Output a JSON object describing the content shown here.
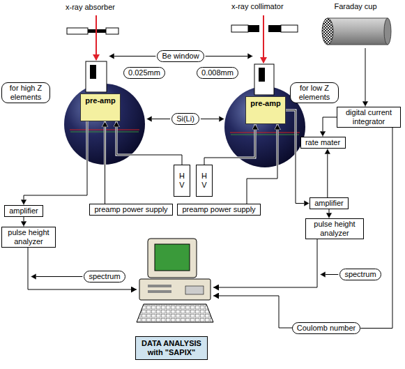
{
  "diagram": {
    "nodes": [
      {
        "text": [
          "Be window"
        ]
      },
      {
        "text": [
          "0.025mm"
        ]
      },
      {
        "text": [
          "0.008mm"
        ]
      },
      {
        "text": [
          "for high Z elements"
        ]
      },
      {
        "text": [
          "pre-amp"
        ]
      },
      {
        "text": [
          "Si(Li)"
        ]
      },
      {
        "text": [
          "pre-amp"
        ]
      },
      {
        "text": [
          "for low Z elements"
        ]
      },
      {
        "text": [
          "Faraday cup"
        ]
      },
      {
        "text": [
          "digital current integrator"
        ]
      },
      {
        "text": [
          "rate mater"
        ]
      },
      {
        "text": [
          "H V"
        ]
      },
      {
        "text": [
          "H V"
        ]
      },
      {
        "text": [
          "preamp power supply"
        ]
      },
      {
        "text": [
          "preamp power supply"
        ]
      },
      {
        "text": [
          "amplifier"
        ]
      },
      {
        "text": [
          "amplifier"
        ]
      },
      {
        "text": [
          "pulse height analyzer"
        ]
      },
      {
        "text": [
          "pulse height analyzer"
        ]
      },
      {
        "text": [
          "spectrum"
        ]
      },
      {
        "text": [
          "spectrum"
        ]
      },
      {
        "text": [
          "Coulomb number"
        ]
      },
      {
        "text": [
          "DATA ANALYSIS with \"SAPIX\""
        ]
      }
    ],
    "edges": [
      {
        "from": 8,
        "to": 9,
        "arrow": "to"
      },
      {
        "from": 9,
        "to": 10,
        "arrow": "to"
      },
      {
        "from": 15,
        "to": 10,
        "arrow": "to"
      },
      {
        "from": 9,
        "to": 21,
        "arrow": "none"
      },
      {
        "from": 13,
        "to": 4,
        "arrow": "to"
      },
      {
        "from": 11,
        "to": 4,
        "arrow": "to"
      },
      {
        "from": 4,
        "to": 16,
        "arrow": "to"
      },
      {
        "from": 12,
        "to": 6,
        "arrow": "to"
      },
      {
        "from": 14,
        "to": 6,
        "arrow": "to"
      },
      {
        "from": 6,
        "to": 15,
        "arrow": "to"
      },
      {
        "from": 15,
        "to": 17,
        "arrow": "to"
      },
      {
        "from": 16,
        "to": 18,
        "arrow": "to"
      }
    ],
    "labels": [
      "x-ray absorber",
      "x-ray collimator"
    ]
  }
}
